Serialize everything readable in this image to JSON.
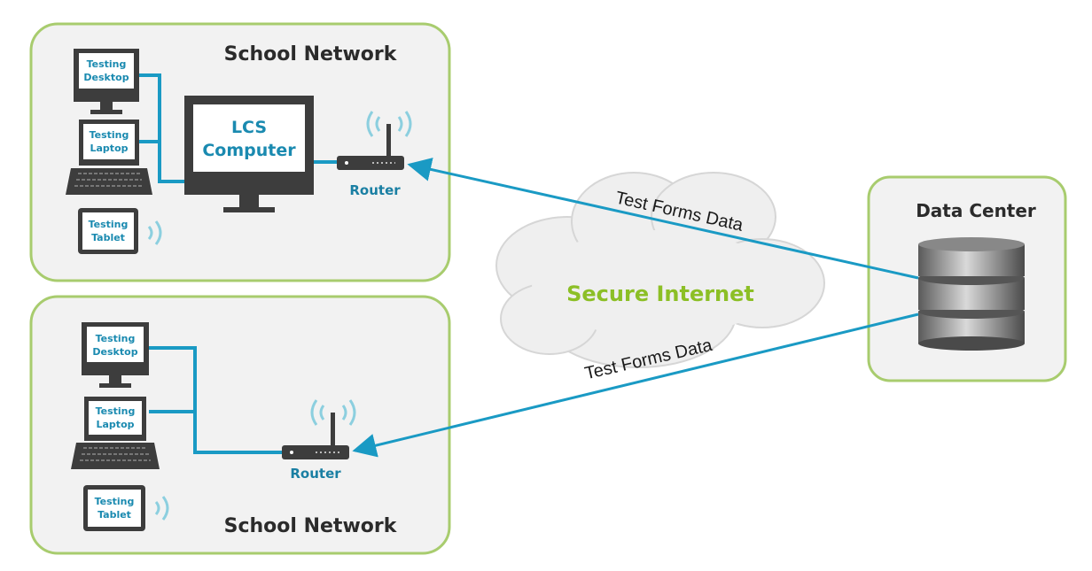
{
  "school_network_top": {
    "title": "School Network",
    "desktop": [
      "Testing",
      "Desktop"
    ],
    "laptop": [
      "Testing",
      "Laptop"
    ],
    "tablet": [
      "Testing",
      "Tablet"
    ],
    "lcs": [
      "LCS",
      "Computer"
    ],
    "router": "Router"
  },
  "school_network_bottom": {
    "title": "School Network",
    "desktop": [
      "Testing",
      "Desktop"
    ],
    "laptop": [
      "Testing",
      "Laptop"
    ],
    "tablet": [
      "Testing",
      "Tablet"
    ],
    "router": "Router"
  },
  "internet": {
    "label": "Secure Internet"
  },
  "data_center": {
    "title": "Data Center"
  },
  "flows": {
    "top_label": "Test Forms Data",
    "bottom_label": "Test Forms Data"
  },
  "colors": {
    "panel_border": "#a8cc6e",
    "panel_fill": "#f2f2f2",
    "link": "#1a9ac4",
    "accent_green": "#8cbf26",
    "device": "#3d3d3d"
  }
}
